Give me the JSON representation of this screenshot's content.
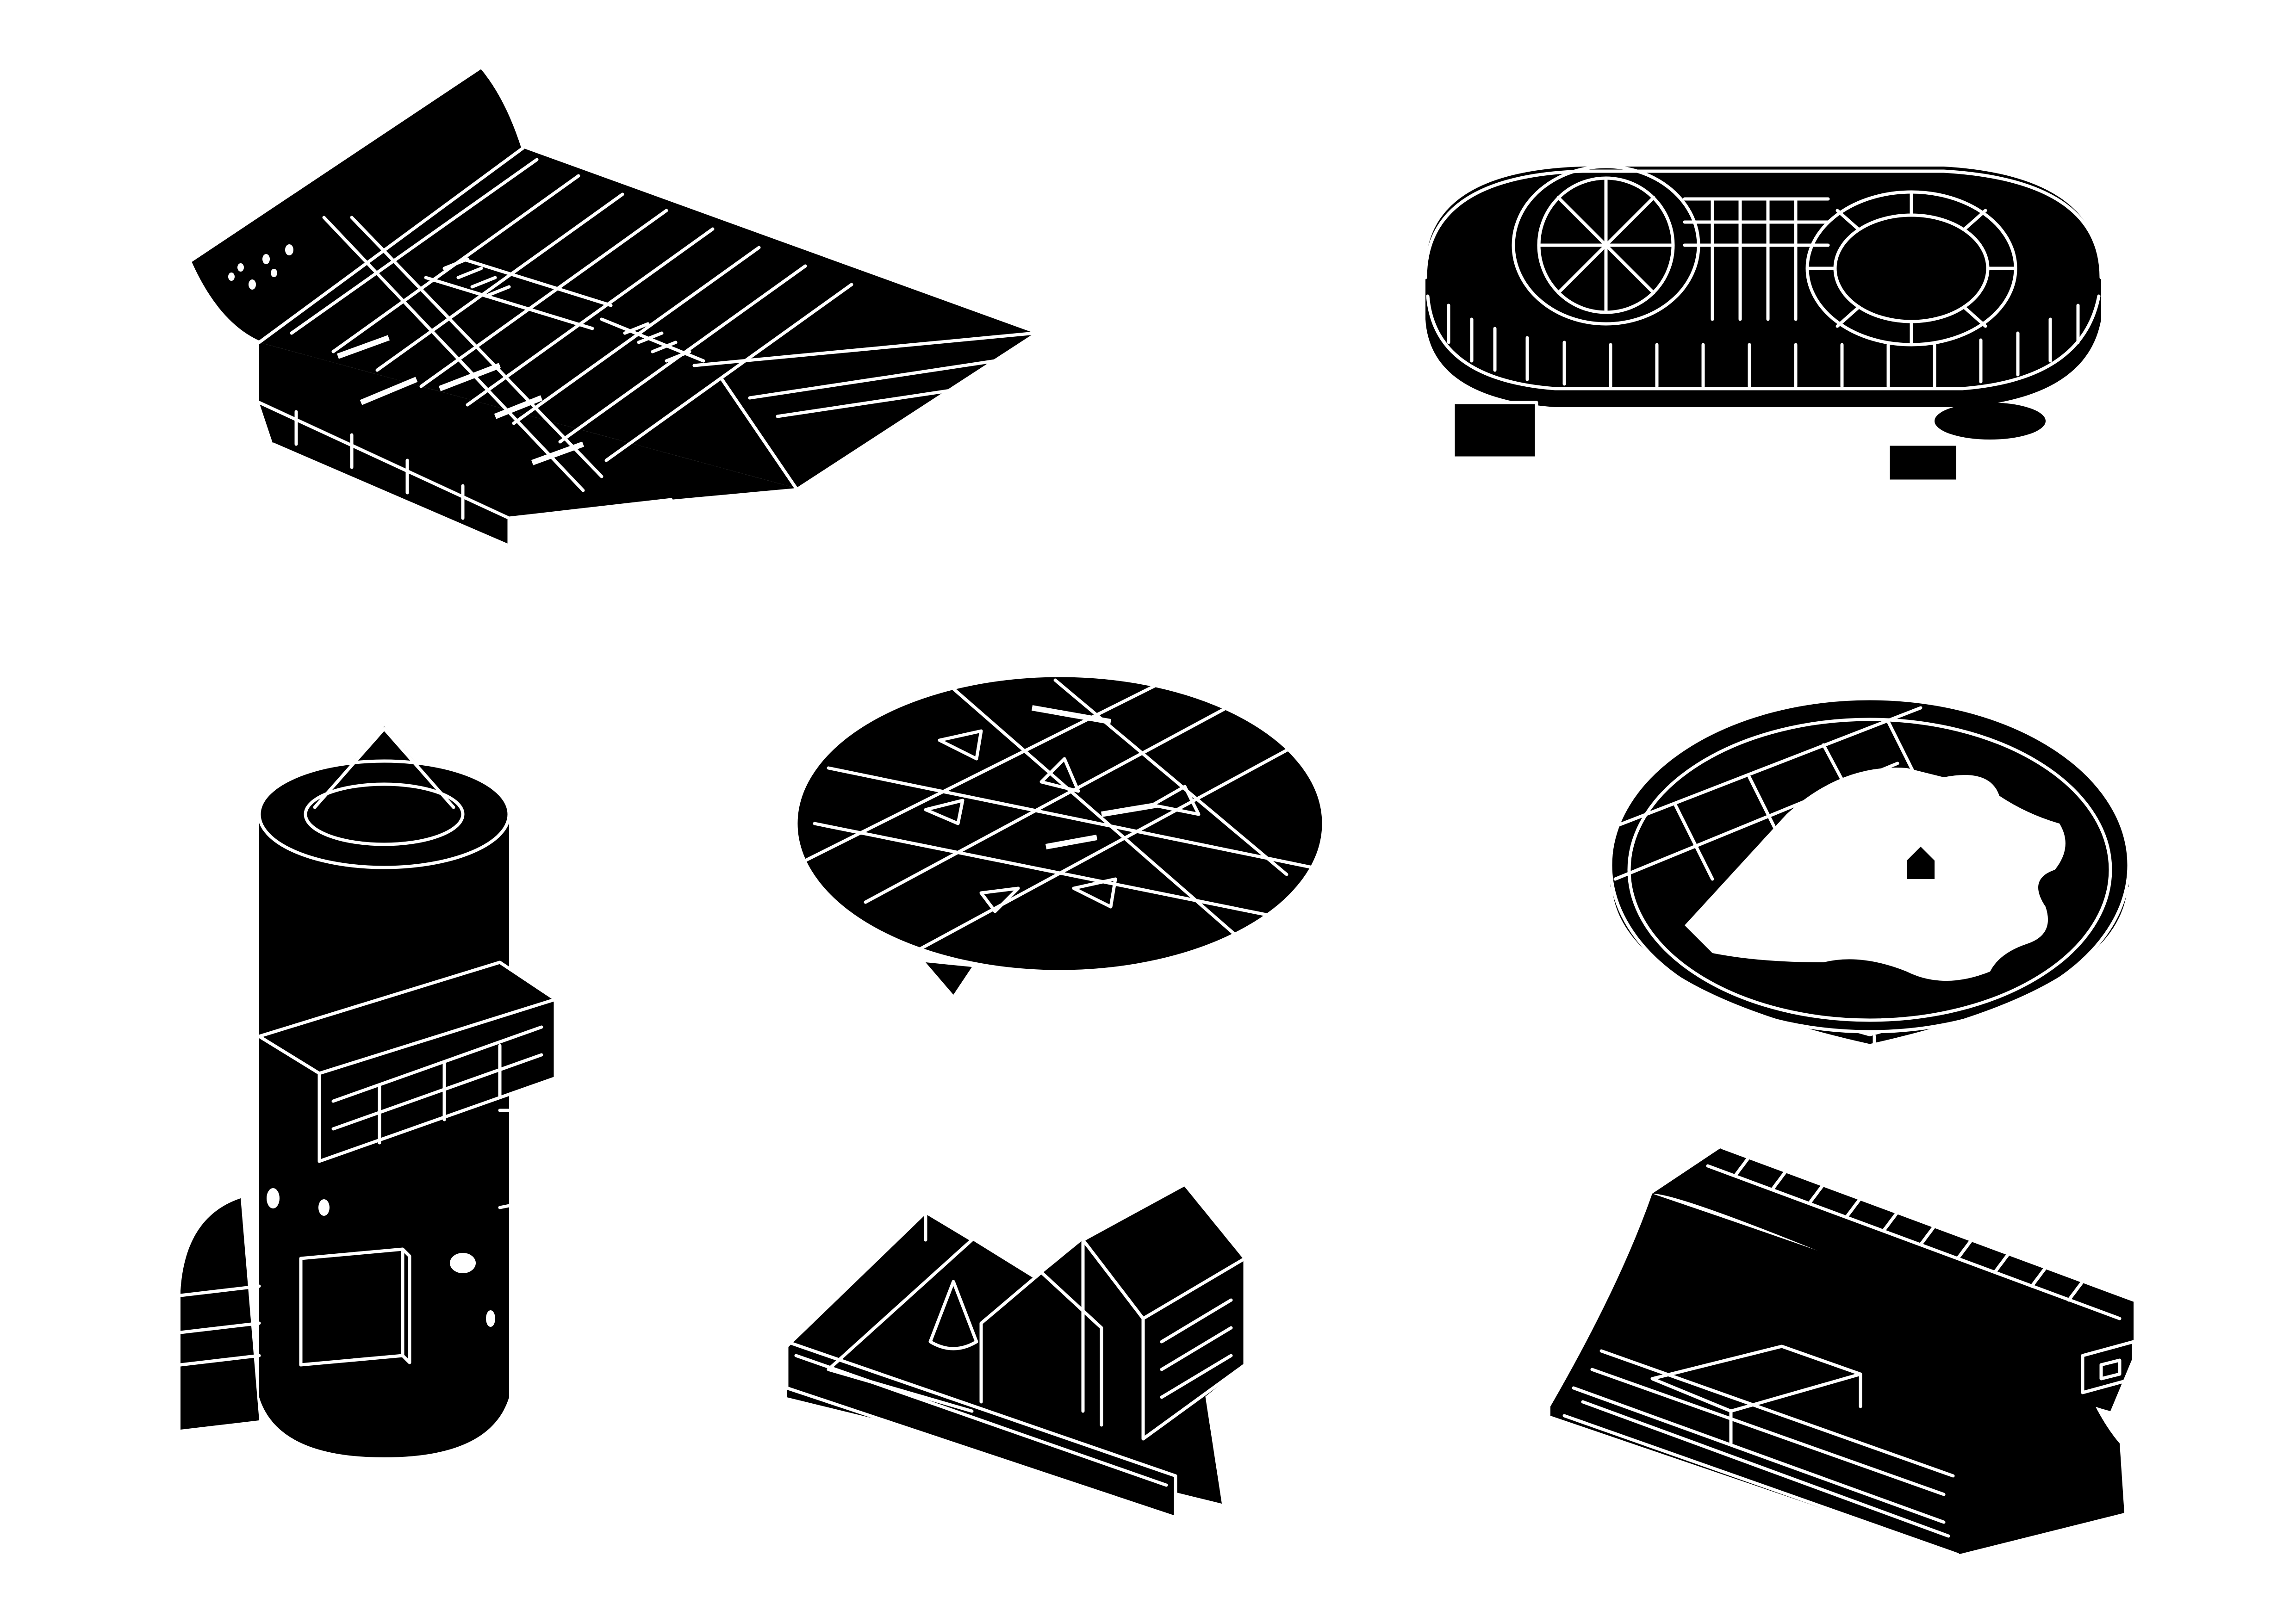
{
  "colors": {
    "ink": "#000000",
    "paper": "#ffffff"
  },
  "drawings": [
    {
      "id": "skatepark-ramps",
      "icon": "curved-ramp-platform-icon"
    },
    {
      "id": "oval-pavilion",
      "icon": "double-ring-oval-icon"
    },
    {
      "id": "cylinder-tower",
      "icon": "cone-roof-tower-icon"
    },
    {
      "id": "elliptical-plaza",
      "icon": "ellipse-triangles-icon"
    },
    {
      "id": "round-pool-platform",
      "icon": "circular-bowl-icon"
    },
    {
      "id": "gabled-house-court",
      "icon": "gable-house-cone-icon"
    },
    {
      "id": "halfpipe-stand",
      "icon": "halfpipe-steps-icon"
    }
  ]
}
